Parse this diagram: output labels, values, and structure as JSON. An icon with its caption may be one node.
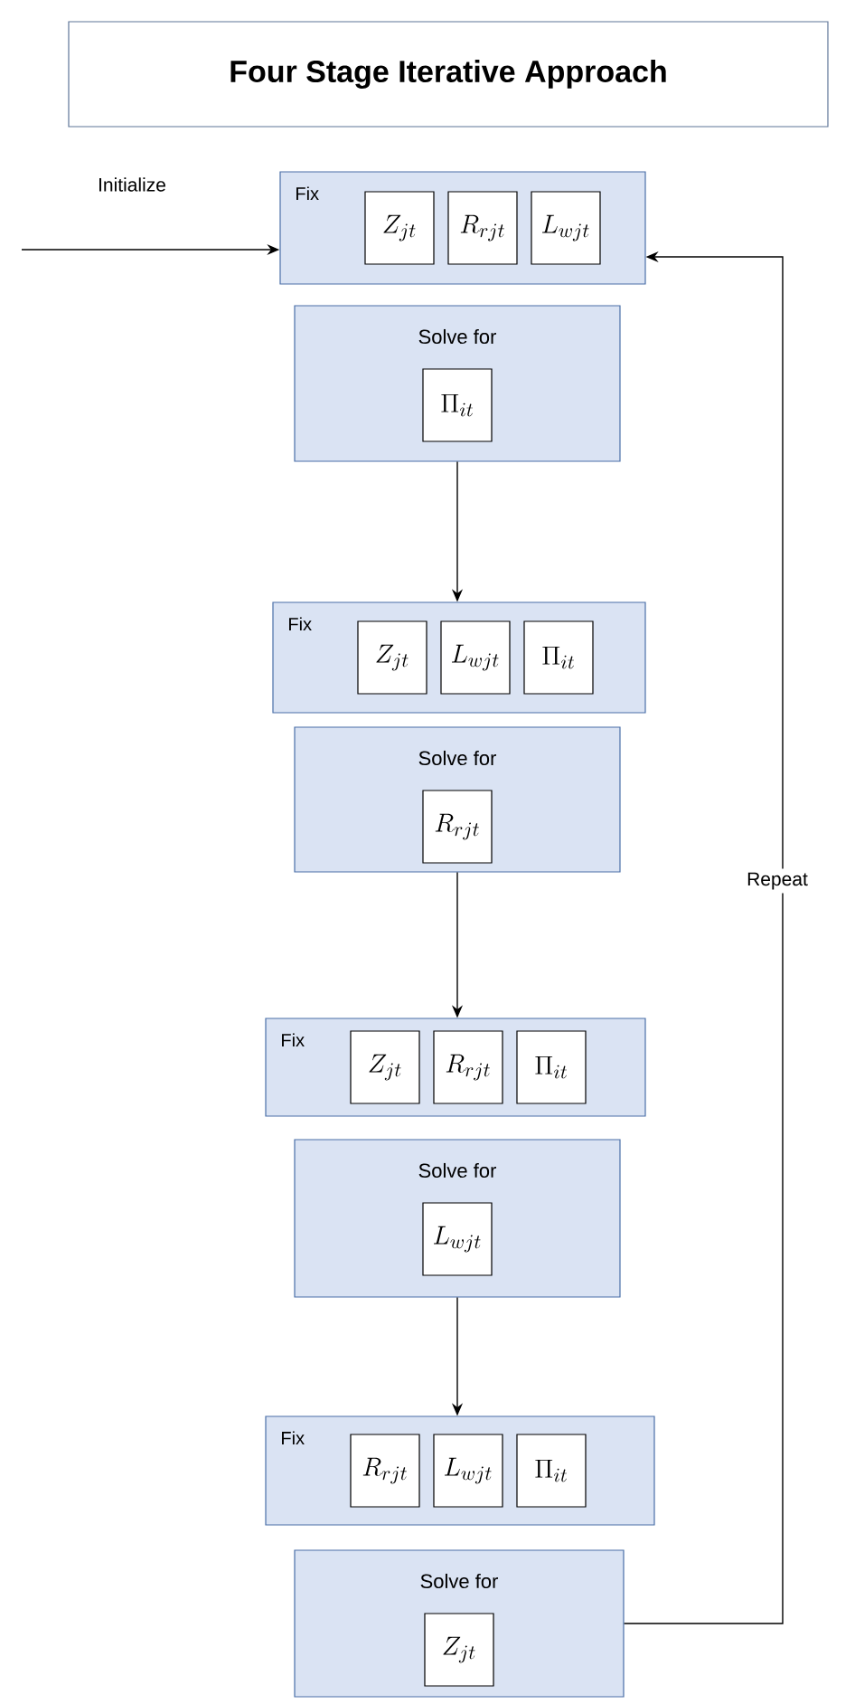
{
  "diagram": {
    "title": "Four Stage Iterative Approach",
    "nodes": [
      {
        "text": [
          "Fix"
        ]
      },
      {
        "text": [
          "Z_{jt}"
        ],
        "in": 0
      },
      {
        "text": [
          "R_{rjt}"
        ],
        "in": 0
      },
      {
        "text": [
          "L_{wjt}"
        ],
        "in": 0
      },
      {
        "text": [
          "Solve for"
        ]
      },
      {
        "text": [
          "\\Pi_{it}"
        ],
        "in": 4
      },
      {
        "text": [
          "Fix"
        ]
      },
      {
        "text": [
          "Z_{jt}"
        ],
        "in": 6
      },
      {
        "text": [
          "L_{wjt}"
        ],
        "in": 6
      },
      {
        "text": [
          "\\Pi_{it}"
        ],
        "in": 6
      },
      {
        "text": [
          "Solve for"
        ]
      },
      {
        "text": [
          "R_{rjt}"
        ],
        "in": 10
      },
      {
        "text": [
          "Fix"
        ]
      },
      {
        "text": [
          "Z_{jt}"
        ],
        "in": 12
      },
      {
        "text": [
          "R_{rjt}"
        ],
        "in": 12
      },
      {
        "text": [
          "\\Pi_{it}"
        ],
        "in": 12
      },
      {
        "text": [
          "Solve for"
        ]
      },
      {
        "text": [
          "L_{wjt}"
        ],
        "in": 16
      },
      {
        "text": [
          "Fix"
        ]
      },
      {
        "text": [
          "R_{rjt}"
        ],
        "in": 18
      },
      {
        "text": [
          "L_{wjt}"
        ],
        "in": 18
      },
      {
        "text": [
          "\\Pi_{it}"
        ],
        "in": 18
      },
      {
        "text": [
          "Solve for"
        ]
      },
      {
        "text": [
          "Z_{jt}"
        ],
        "in": 22
      }
    ],
    "edges": [
      {
        "from": null,
        "to": 0,
        "arrow": "to",
        "label": "Initialize"
      },
      {
        "from": 4,
        "to": 6,
        "arrow": "to"
      },
      {
        "from": 10,
        "to": 12,
        "arrow": "to"
      },
      {
        "from": 16,
        "to": 18,
        "arrow": "to"
      },
      {
        "from": 22,
        "to": 0,
        "arrow": "to",
        "label": "Repeat"
      }
    ]
  }
}
